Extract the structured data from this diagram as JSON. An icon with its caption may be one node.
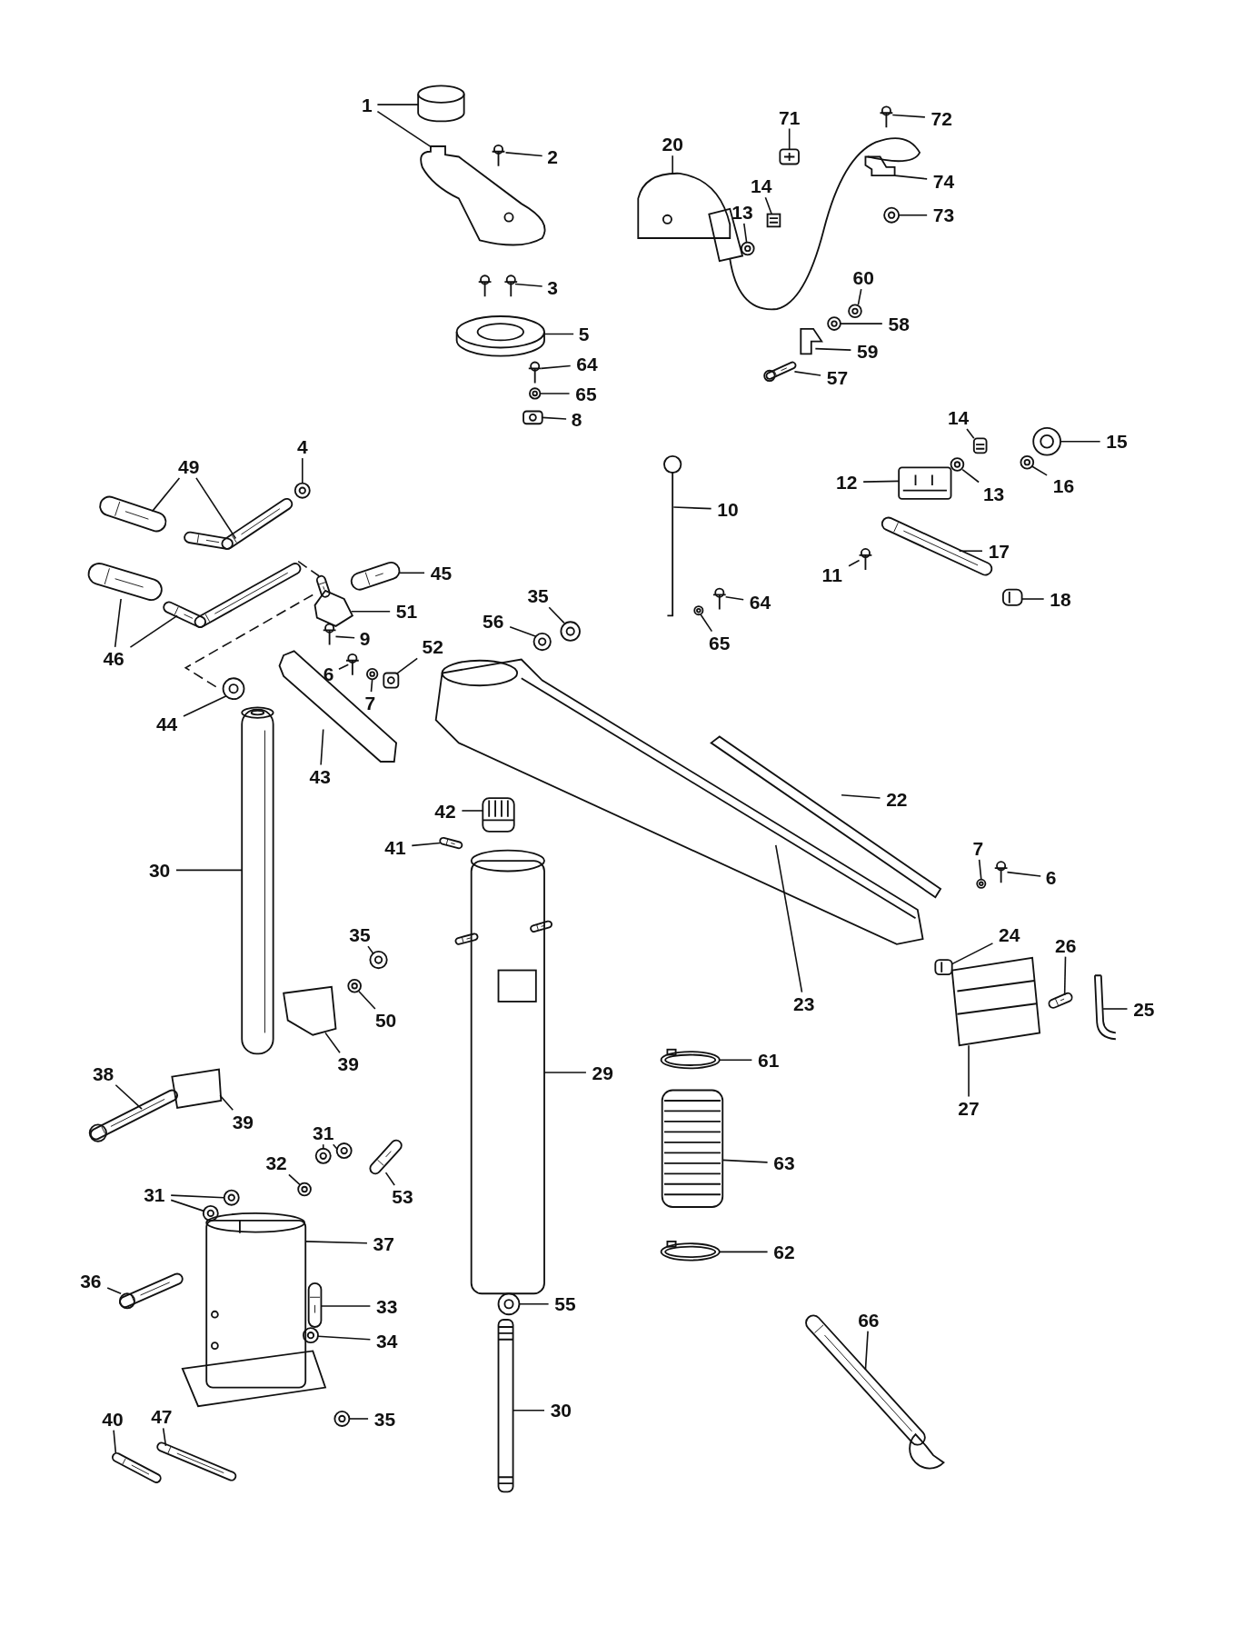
{
  "diagram": {
    "nodes": [
      {
        "text": [
          "1"
        ]
      },
      {
        "text": [
          "2"
        ]
      },
      {
        "text": [
          "20"
        ]
      },
      {
        "text": [
          "71"
        ]
      },
      {
        "text": [
          "72"
        ]
      },
      {
        "text": [
          "74"
        ]
      },
      {
        "text": [
          "14"
        ]
      },
      {
        "text": [
          "13"
        ]
      },
      {
        "text": [
          "73"
        ]
      },
      {
        "text": [
          "60"
        ]
      },
      {
        "text": [
          "3"
        ]
      },
      {
        "text": [
          "58"
        ]
      },
      {
        "text": [
          "5"
        ]
      },
      {
        "text": [
          "59"
        ]
      },
      {
        "text": [
          "64"
        ]
      },
      {
        "text": [
          "57"
        ]
      },
      {
        "text": [
          "65"
        ]
      },
      {
        "text": [
          "8"
        ]
      },
      {
        "text": [
          "14"
        ]
      },
      {
        "text": [
          "15"
        ]
      },
      {
        "text": [
          "4"
        ]
      },
      {
        "text": [
          "49"
        ]
      },
      {
        "text": [
          "12"
        ]
      },
      {
        "text": [
          "13"
        ]
      },
      {
        "text": [
          "16"
        ]
      },
      {
        "text": [
          "10"
        ]
      },
      {
        "text": [
          "17"
        ]
      },
      {
        "text": [
          "45"
        ]
      },
      {
        "text": [
          "11"
        ]
      },
      {
        "text": [
          "35"
        ]
      },
      {
        "text": [
          "18"
        ]
      },
      {
        "text": [
          "64"
        ]
      },
      {
        "text": [
          "51"
        ]
      },
      {
        "text": [
          "56"
        ]
      },
      {
        "text": [
          "9"
        ]
      },
      {
        "text": [
          "65"
        ]
      },
      {
        "text": [
          "52"
        ]
      },
      {
        "text": [
          "46"
        ]
      },
      {
        "text": [
          "6"
        ]
      },
      {
        "text": [
          "7"
        ]
      },
      {
        "text": [
          "44"
        ]
      },
      {
        "text": [
          "43"
        ]
      },
      {
        "text": [
          "22"
        ]
      },
      {
        "text": [
          "42"
        ]
      },
      {
        "text": [
          "41"
        ]
      },
      {
        "text": [
          "30"
        ]
      },
      {
        "text": [
          "7"
        ]
      },
      {
        "text": [
          "6"
        ]
      },
      {
        "text": [
          "35"
        ]
      },
      {
        "text": [
          "24"
        ]
      },
      {
        "text": [
          "26"
        ]
      },
      {
        "text": [
          "23"
        ]
      },
      {
        "text": [
          "25"
        ]
      },
      {
        "text": [
          "50"
        ]
      },
      {
        "text": [
          "61"
        ]
      },
      {
        "text": [
          "39"
        ]
      },
      {
        "text": [
          "29"
        ]
      },
      {
        "text": [
          "38"
        ]
      },
      {
        "text": [
          "27"
        ]
      },
      {
        "text": [
          "39"
        ]
      },
      {
        "text": [
          "31"
        ]
      },
      {
        "text": [
          "63"
        ]
      },
      {
        "text": [
          "32"
        ]
      },
      {
        "text": [
          "53"
        ]
      },
      {
        "text": [
          "31"
        ]
      },
      {
        "text": [
          "37"
        ]
      },
      {
        "text": [
          "62"
        ]
      },
      {
        "text": [
          "36"
        ]
      },
      {
        "text": [
          "33"
        ]
      },
      {
        "text": [
          "55"
        ]
      },
      {
        "text": [
          "34"
        ]
      },
      {
        "text": [
          "66"
        ]
      },
      {
        "text": [
          "35"
        ]
      },
      {
        "text": [
          "30"
        ]
      },
      {
        "text": [
          "40"
        ]
      },
      {
        "text": [
          "47"
        ]
      },
      {
        "text": [],
        "shape": "picture"
      },
      {
        "text": [],
        "shape": "picture"
      },
      {
        "text": [],
        "shape": "picture"
      },
      {
        "text": [],
        "shape": "picture"
      },
      {
        "text": [],
        "shape": "picture"
      },
      {
        "text": [],
        "shape": "picture"
      },
      {
        "text": [],
        "shape": "picture"
      },
      {
        "text": [],
        "shape": "picture"
      },
      {
        "text": [],
        "shape": "picture"
      },
      {
        "text": [],
        "shape": "picture"
      },
      {
        "text": [],
        "shape": "picture"
      },
      {
        "text": [],
        "shape": "picture"
      },
      {
        "text": [],
        "shape": "picture"
      },
      {
        "text": [],
        "shape": "picture"
      },
      {
        "text": [],
        "shape": "picture"
      },
      {
        "text": [],
        "shape": "picture"
      },
      {
        "text": [],
        "shape": "picture"
      },
      {
        "text": [],
        "shape": "picture"
      },
      {
        "text": [],
        "shape": "picture"
      },
      {
        "text": [],
        "shape": "picture"
      },
      {
        "text": [],
        "shape": "picture"
      },
      {
        "text": [],
        "shape": "picture"
      },
      {
        "text": [],
        "shape": "picture"
      },
      {
        "text": [],
        "shape": "picture"
      },
      {
        "text": [],
        "shape": "picture"
      },
      {
        "text": [],
        "shape": "picture"
      },
      {
        "text": [],
        "shape": "picture"
      },
      {
        "text": [],
        "shape": "picture"
      },
      {
        "text": [],
        "shape": "picture"
      },
      {
        "text": [],
        "shape": "picture"
      },
      {
        "text": [],
        "shape": "picture"
      },
      {
        "text": [],
        "shape": "picture"
      },
      {
        "text": [],
        "shape": "picture"
      },
      {
        "text": [],
        "shape": "picture"
      },
      {
        "text": [],
        "shape": "picture"
      },
      {
        "text": [],
        "shape": "picture"
      },
      {
        "text": [],
        "shape": "picture"
      },
      {
        "text": [],
        "shape": "picture"
      },
      {
        "text": [],
        "shape": "picture"
      },
      {
        "text": [],
        "shape": "picture"
      },
      {
        "text": [],
        "shape": "picture"
      },
      {
        "text": [],
        "shape": "picture"
      },
      {
        "text": [],
        "shape": "picture"
      },
      {
        "text": [],
        "shape": "picture"
      },
      {
        "text": [],
        "shape": "picture"
      },
      {
        "text": [],
        "shape": "picture"
      },
      {
        "text": [],
        "shape": "picture"
      },
      {
        "text": [],
        "shape": "picture"
      },
      {
        "text": [],
        "shape": "picture"
      },
      {
        "text": [],
        "shape": "picture"
      },
      {
        "text": [],
        "shape": "picture"
      },
      {
        "text": [],
        "shape": "picture"
      },
      {
        "text": [],
        "shape": "picture"
      },
      {
        "text": [],
        "shape": "picture"
      },
      {
        "text": [],
        "shape": "picture"
      },
      {
        "text": [],
        "shape": "picture"
      },
      {
        "text": [],
        "shape": "picture"
      },
      {
        "text": [],
        "shape": "picture"
      },
      {
        "text": [],
        "shape": "picture"
      },
      {
        "text": [],
        "shape": "picture"
      },
      {
        "text": [],
        "shape": "picture"
      },
      {
        "text": [],
        "shape": "picture"
      },
      {
        "text": [],
        "shape": "picture"
      },
      {
        "text": [],
        "shape": "picture"
      },
      {
        "text": [],
        "shape": "picture"
      },
      {
        "text": [],
        "shape": "picture"
      },
      {
        "text": [],
        "shape": "picture"
      },
      {
        "text": [],
        "shape": "picture"
      },
      {
        "text": [],
        "shape": "picture"
      },
      {
        "text": [],
        "shape": "picture"
      },
      {
        "text": [],
        "shape": "picture"
      },
      {
        "text": [],
        "shape": "picture"
      },
      {
        "text": [],
        "shape": "picture"
      },
      {
        "text": [],
        "shape": "picture"
      },
      {
        "text": [],
        "shape": "picture"
      },
      {
        "text": [],
        "shape": "picture"
      },
      {
        "text": [],
        "shape": "picture"
      },
      {
        "text": [],
        "shape": "picture"
      },
      {
        "text": [],
        "shape": "picture"
      },
      {
        "text": [],
        "shape": "picture"
      },
      {
        "text": [],
        "shape": "picture"
      }
    ],
    "edges": [
      {
        "from": 0,
        "to": 76,
        "arrow": "none"
      },
      {
        "from": 0,
        "to": 77,
        "arrow": "none"
      },
      {
        "from": 1,
        "to": 78,
        "arrow": "none"
      },
      {
        "from": 2,
        "to": 79,
        "arrow": "none"
      },
      {
        "from": 3,
        "to": 80,
        "arrow": "none"
      },
      {
        "from": 4,
        "to": 81,
        "arrow": "none"
      },
      {
        "from": 5,
        "to": 82,
        "arrow": "none"
      },
      {
        "from": 6,
        "to": 83,
        "arrow": "none"
      },
      {
        "from": 7,
        "to": 84,
        "arrow": "none"
      },
      {
        "from": 8,
        "to": 85,
        "arrow": "none"
      },
      {
        "from": 9,
        "to": 86,
        "arrow": "none"
      },
      {
        "from": 10,
        "to": 87,
        "arrow": "none"
      },
      {
        "from": 11,
        "to": 88,
        "arrow": "none"
      },
      {
        "from": 12,
        "to": 89,
        "arrow": "none"
      },
      {
        "from": 13,
        "to": 90,
        "arrow": "none"
      },
      {
        "from": 14,
        "to": 91,
        "arrow": "none"
      },
      {
        "from": 15,
        "to": 92,
        "arrow": "none"
      },
      {
        "from": 16,
        "to": 93,
        "arrow": "none"
      },
      {
        "from": 17,
        "to": 94,
        "arrow": "none"
      },
      {
        "from": 18,
        "to": 95,
        "arrow": "none"
      },
      {
        "from": 19,
        "to": 96,
        "arrow": "none"
      },
      {
        "from": 20,
        "to": 97,
        "arrow": "none"
      },
      {
        "from": 21,
        "to": 98,
        "arrow": "none"
      },
      {
        "from": 21,
        "to": 99,
        "arrow": "none"
      },
      {
        "from": 22,
        "to": 100,
        "arrow": "none"
      },
      {
        "from": 23,
        "to": 101,
        "arrow": "none"
      },
      {
        "from": 24,
        "to": 102,
        "arrow": "none"
      },
      {
        "from": 25,
        "to": 103,
        "arrow": "none"
      },
      {
        "from": 26,
        "to": 104,
        "arrow": "none"
      },
      {
        "from": 27,
        "to": 105,
        "arrow": "none"
      },
      {
        "from": 28,
        "to": 106,
        "arrow": "none"
      },
      {
        "from": 29,
        "to": 107,
        "arrow": "none"
      },
      {
        "from": 30,
        "to": 108,
        "arrow": "none"
      },
      {
        "from": 31,
        "to": 109,
        "arrow": "none"
      },
      {
        "from": 32,
        "to": 110,
        "arrow": "none"
      },
      {
        "from": 33,
        "to": 111,
        "arrow": "none"
      },
      {
        "from": 34,
        "to": 112,
        "arrow": "none"
      },
      {
        "from": 35,
        "to": 113,
        "arrow": "none"
      },
      {
        "from": 36,
        "to": 114,
        "arrow": "none"
      },
      {
        "from": 37,
        "to": 115,
        "arrow": "none"
      },
      {
        "from": 37,
        "to": 116,
        "arrow": "none"
      },
      {
        "from": 38,
        "to": 117,
        "arrow": "none"
      },
      {
        "from": 39,
        "to": 118,
        "arrow": "none"
      },
      {
        "from": 40,
        "to": 119,
        "arrow": "none"
      },
      {
        "from": 41,
        "to": 120,
        "arrow": "none"
      },
      {
        "from": 42,
        "to": 121,
        "arrow": "none"
      },
      {
        "from": 43,
        "to": 122,
        "arrow": "none"
      },
      {
        "from": 44,
        "to": 123,
        "arrow": "none"
      },
      {
        "from": 45,
        "to": 124,
        "arrow": "none"
      },
      {
        "from": 46,
        "to": 125,
        "arrow": "none"
      },
      {
        "from": 47,
        "to": 126,
        "arrow": "none"
      },
      {
        "from": 48,
        "to": 127,
        "arrow": "none"
      },
      {
        "from": 49,
        "to": 128,
        "arrow": "none"
      },
      {
        "from": 50,
        "to": 129,
        "arrow": "none"
      },
      {
        "from": 51,
        "to": 130,
        "arrow": "none"
      },
      {
        "from": 52,
        "to": 131,
        "arrow": "none"
      },
      {
        "from": 53,
        "to": 132,
        "arrow": "none"
      },
      {
        "from": 54,
        "to": 133,
        "arrow": "none"
      },
      {
        "from": 55,
        "to": 134,
        "arrow": "none"
      },
      {
        "from": 56,
        "to": 135,
        "arrow": "none"
      },
      {
        "from": 57,
        "to": 136,
        "arrow": "none"
      },
      {
        "from": 58,
        "to": 137,
        "arrow": "none"
      },
      {
        "from": 59,
        "to": 138,
        "arrow": "none"
      },
      {
        "from": 60,
        "to": 139,
        "arrow": "none"
      },
      {
        "from": 60,
        "to": 140,
        "arrow": "none"
      },
      {
        "from": 61,
        "to": 141,
        "arrow": "none"
      },
      {
        "from": 62,
        "to": 142,
        "arrow": "none"
      },
      {
        "from": 63,
        "to": 143,
        "arrow": "none"
      },
      {
        "from": 64,
        "to": 144,
        "arrow": "none"
      },
      {
        "from": 64,
        "to": 145,
        "arrow": "none"
      },
      {
        "from": 65,
        "to": 146,
        "arrow": "none"
      },
      {
        "from": 66,
        "to": 147,
        "arrow": "none"
      },
      {
        "from": 67,
        "to": 148,
        "arrow": "none"
      },
      {
        "from": 68,
        "to": 149,
        "arrow": "none"
      },
      {
        "from": 69,
        "to": 150,
        "arrow": "none"
      },
      {
        "from": 70,
        "to": 151,
        "arrow": "none"
      },
      {
        "from": 71,
        "to": 152,
        "arrow": "none"
      },
      {
        "from": 72,
        "to": 153,
        "arrow": "none"
      },
      {
        "from": 73,
        "to": 154,
        "arrow": "none"
      },
      {
        "from": 74,
        "to": 155,
        "arrow": "none"
      },
      {
        "from": 75,
        "to": 156,
        "arrow": "none"
      }
    ]
  }
}
